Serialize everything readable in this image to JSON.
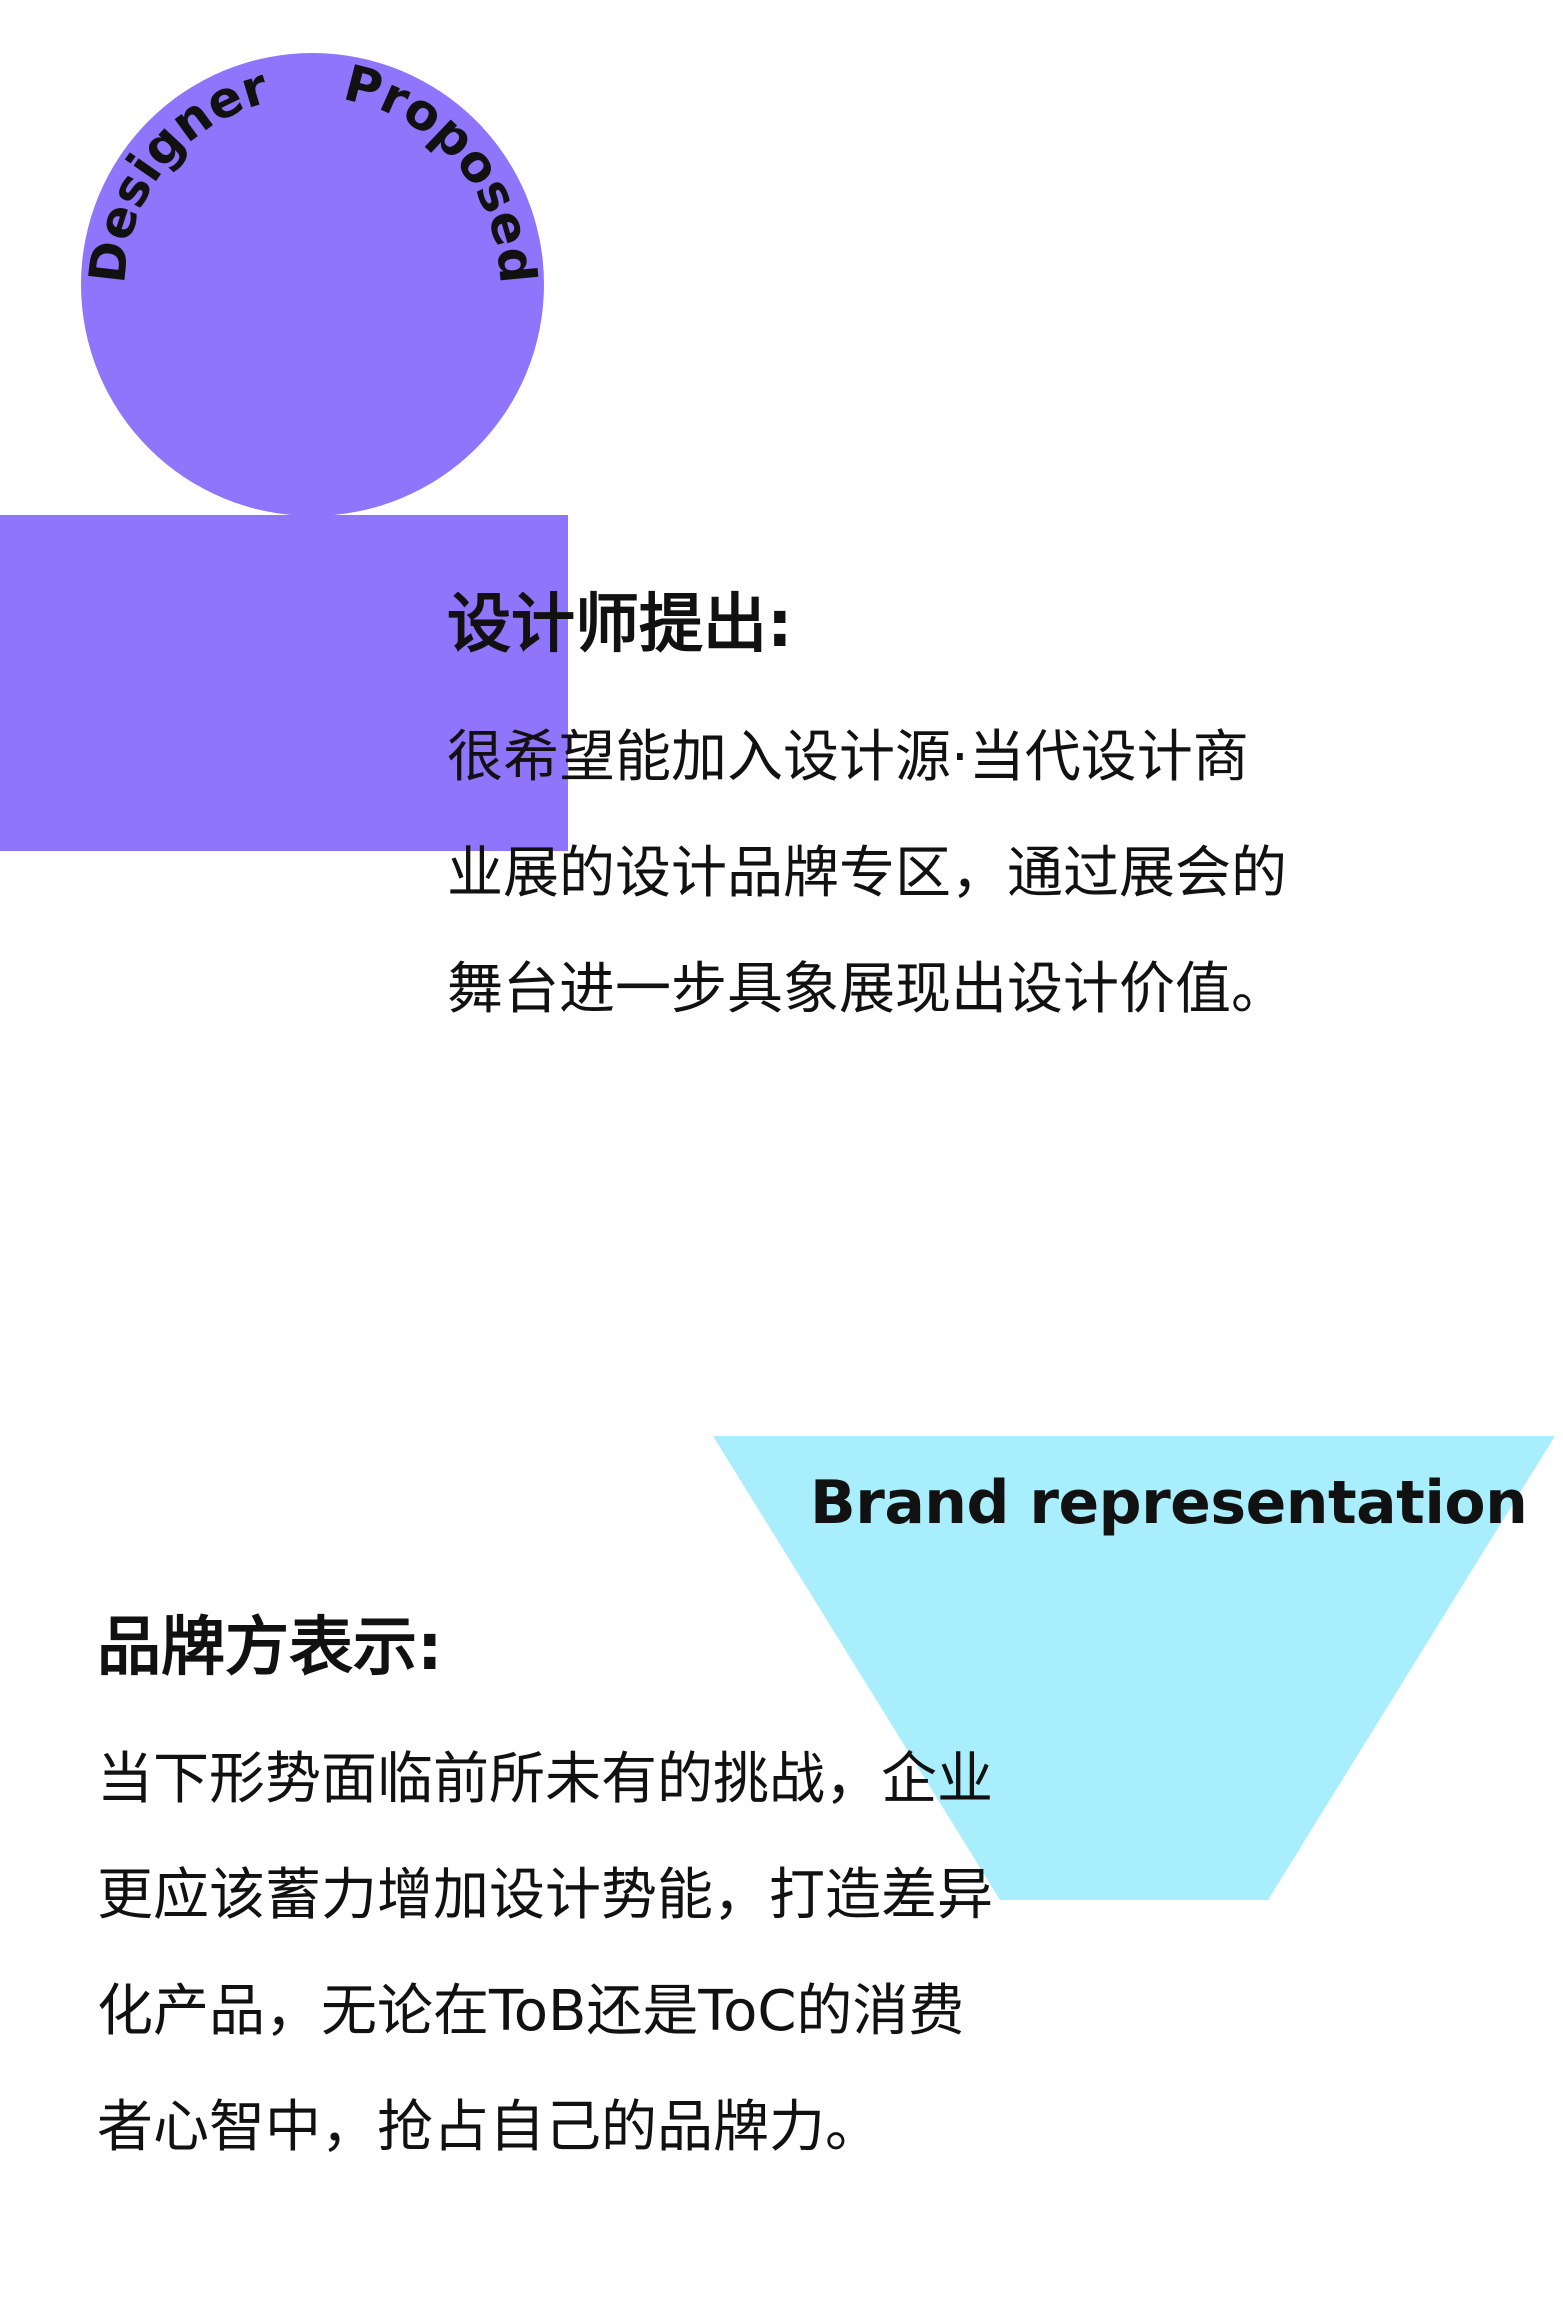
{
  "colors": {
    "purple": "#8f75fb",
    "cyan": "#a9eefc",
    "text": "#111111",
    "background": "#ffffff"
  },
  "designer_section": {
    "arc_word_left": "Designer",
    "arc_word_right": "Proposed",
    "title": "设计师提出:",
    "lines": [
      "很希望能加入设计源·当代设计商",
      "业展的设计品牌专区，通过展会的",
      "舞台进一步具象展现出设计价值。"
    ]
  },
  "brand_section": {
    "en_label": "Brand representation",
    "title": "品牌方表示:",
    "lines": [
      "当下形势面临前所未有的挑战，企业",
      "更应该蓄力增加设计势能，打造差异",
      "化产品，无论在ToB还是ToC的消费",
      "者心智中，抢占自己的品牌力。"
    ]
  }
}
